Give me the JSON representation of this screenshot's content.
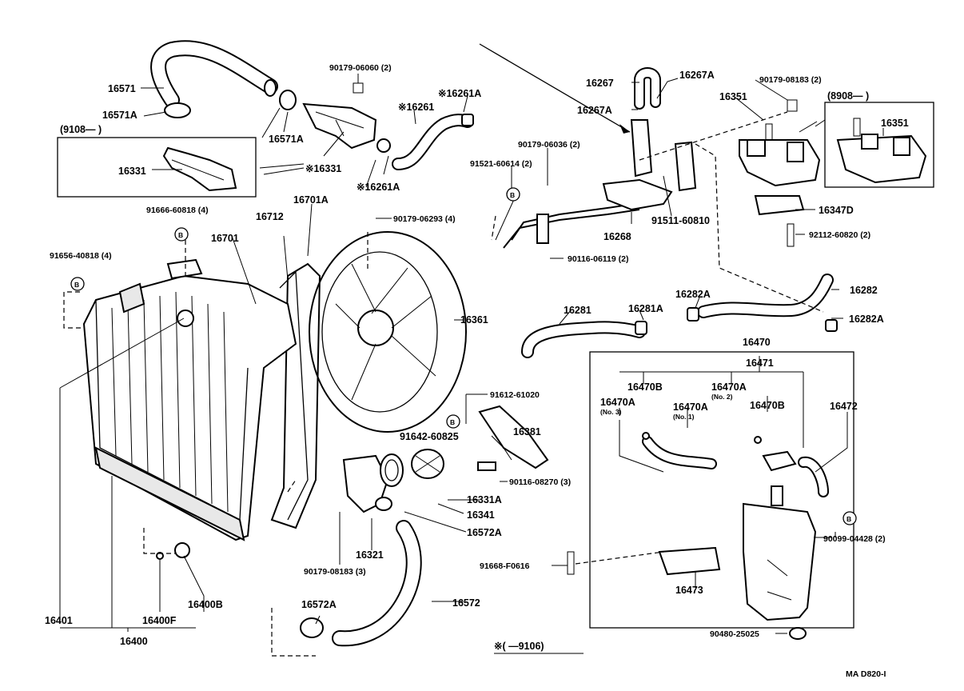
{
  "labels": {
    "p16571": "16571",
    "p16571a_1": "16571A",
    "p16571a_2": "16571A",
    "p9108_top": "(9108—      )",
    "p16331_left": "16331",
    "p16331_star": "※16331",
    "p90179_06060": "90179-06060 (2)",
    "p16261": "※16261",
    "p16261a_top": "※16261A",
    "p16261a_bot": "※16261A",
    "p16267": "16267",
    "p16267a_top": "16267A",
    "p16267a_mid": "16267A",
    "p90179_08183_top": "90179-08183 (2)",
    "p8908": "(8908—      )",
    "p16351_a": "16351",
    "p16351_b": "16351",
    "p90179_06036": "90179-06036 (2)",
    "p91521": "91521-60614 (2)",
    "p91511": "91511-60810",
    "p16347d": "16347D",
    "p92112": "92112-60820 (2)",
    "p16268": "16268",
    "p90116_06119": "90116-06119 (2)",
    "p91666_60818": "91666-60818 (4)",
    "p16701a": "16701A",
    "p16712": "16712",
    "p90179_06293": "90179-06293 (4)",
    "p16701": "16701",
    "p91656": "91656-40818 (4)",
    "p16361": "16361",
    "p16281": "16281",
    "p16281a": "16281A",
    "p16282a_1": "16282A",
    "p16282": "16282",
    "p16282a_2": "16282A",
    "p16470": "16470",
    "p16471": "16471",
    "p16470b_1": "16470B",
    "p16470a_no2": "16470A",
    "no2": "(No. 2)",
    "p16470a_no3": "16470A",
    "no3": "(No. 3)",
    "p16470a_no1": "16470A",
    "no1": "(No. 1)",
    "p16470b_2": "16470B",
    "p16472": "16472",
    "p91612": "91612-61020",
    "p16381": "16381",
    "p91642": "91642-60825",
    "p90116_08270": "90116-08270 (3)",
    "p16331a": "16331A",
    "p16341": "16341",
    "p16572a_r": "16572A",
    "p16321": "16321",
    "p90179_08183_bot": "90179-08183 (3)",
    "p16572a_b": "16572A",
    "p16572": "16572",
    "p91668": "91668-F0616",
    "p90099": "90099-04428 (2)",
    "p16473": "16473",
    "p90480": "90480-25025",
    "p16401": "16401",
    "p16400f": "16400F",
    "p16400b": "16400B",
    "p16400": "16400",
    "p9106": "※(      —9106)",
    "ref": "MA D820-I",
    "b": "B"
  }
}
